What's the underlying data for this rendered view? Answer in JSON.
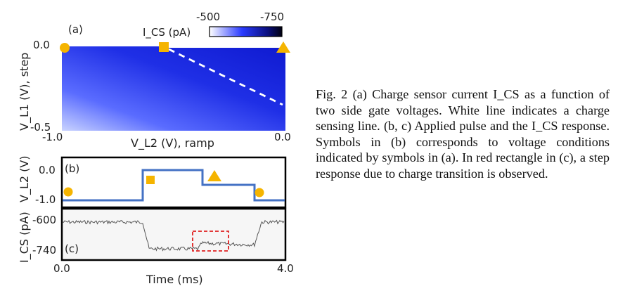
{
  "figure": {
    "panel_a": {
      "label": "(a)",
      "y_axis_label": "V_L1 (V), step",
      "x_axis_label": "V_L2 (V), ramp",
      "y_ticks": [
        "0.0",
        "-0.5"
      ],
      "x_ticks": [
        "-1.0",
        "0.0"
      ],
      "colorbar_label": "I_CS (pA)",
      "colorbar_ticks": [
        "-500",
        "-750"
      ],
      "colors": {
        "colormap_low": "#ffffff",
        "colormap_mid": "#1f2fe6",
        "colormap_high": "#000010",
        "marker": "#f5b400"
      },
      "markers": [
        "circle",
        "square",
        "triangle"
      ]
    },
    "panel_b": {
      "label": "(b)",
      "y_axis_label": "V_L2 (V)",
      "y_ticks": [
        "0.0",
        "-1.0"
      ],
      "line_color": "#4472c4"
    },
    "panel_c": {
      "label": "(c)",
      "y_axis_label": "I_CS (pA)",
      "y_ticks": [
        "-600",
        "-740"
      ],
      "highlight_color": "#e02020"
    },
    "time_axis": {
      "label": "Time (ms)",
      "ticks": [
        "0.0",
        "4.0"
      ]
    }
  },
  "caption": {
    "text": "Fig. 2 (a) Charge sensor current I_CS as a function of two side gate voltages. White line indicates a charge sensing line. (b, c) Applied pulse and the I_CS response. Symbols in (b) corresponds to voltage conditions indicated by symbols in (a). In red rectangle in (c), a step response due to charge transition is observed."
  }
}
